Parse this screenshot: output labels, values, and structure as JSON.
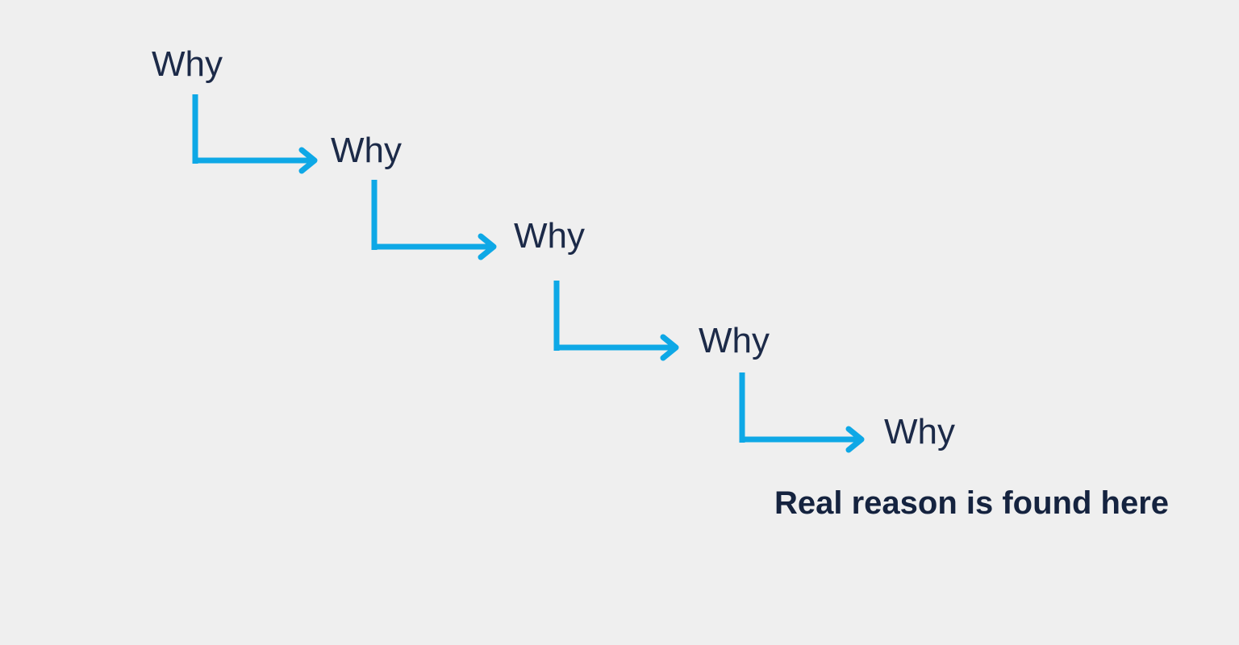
{
  "diagram": {
    "steps": [
      {
        "label": "Why"
      },
      {
        "label": "Why"
      },
      {
        "label": "Why"
      },
      {
        "label": "Why"
      },
      {
        "label": "Why"
      }
    ],
    "conclusion": "Real reason is found here",
    "colors": {
      "text": "#1c2a48",
      "arrow": "#0ea8e6",
      "background": "#efefef"
    }
  }
}
